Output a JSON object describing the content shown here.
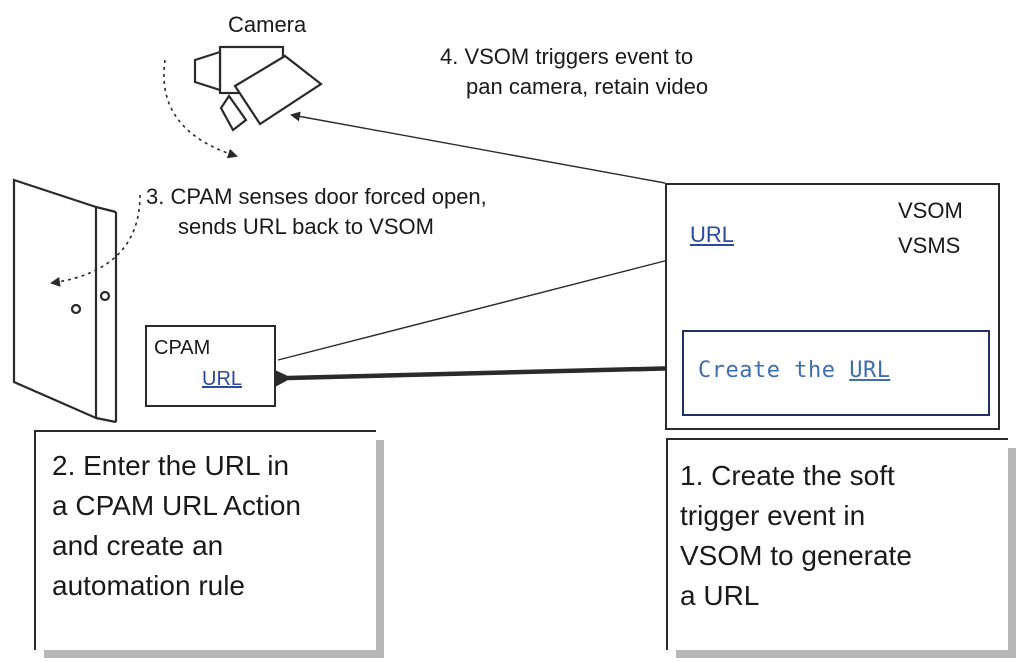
{
  "labels": {
    "camera": "Camera",
    "step4_line1": "4. VSOM triggers event to",
    "step4_line2": "pan camera, retain video",
    "step3_line1": "3. CPAM senses door forced open,",
    "step3_line2": "sends URL back to VSOM",
    "vsom": "VSOM",
    "vsms": "VSMS",
    "vsom_url": "URL",
    "cpam": "CPAM",
    "cpam_url": "URL",
    "create_prefix": "Create the ",
    "create_url": "URL"
  },
  "notes": {
    "step2": [
      "2. Enter the URL in",
      "a CPAM URL Action",
      "and create an",
      "automation rule"
    ],
    "step1": [
      "1. Create the soft",
      "trigger event in",
      "VSOM to generate",
      "a URL"
    ]
  }
}
